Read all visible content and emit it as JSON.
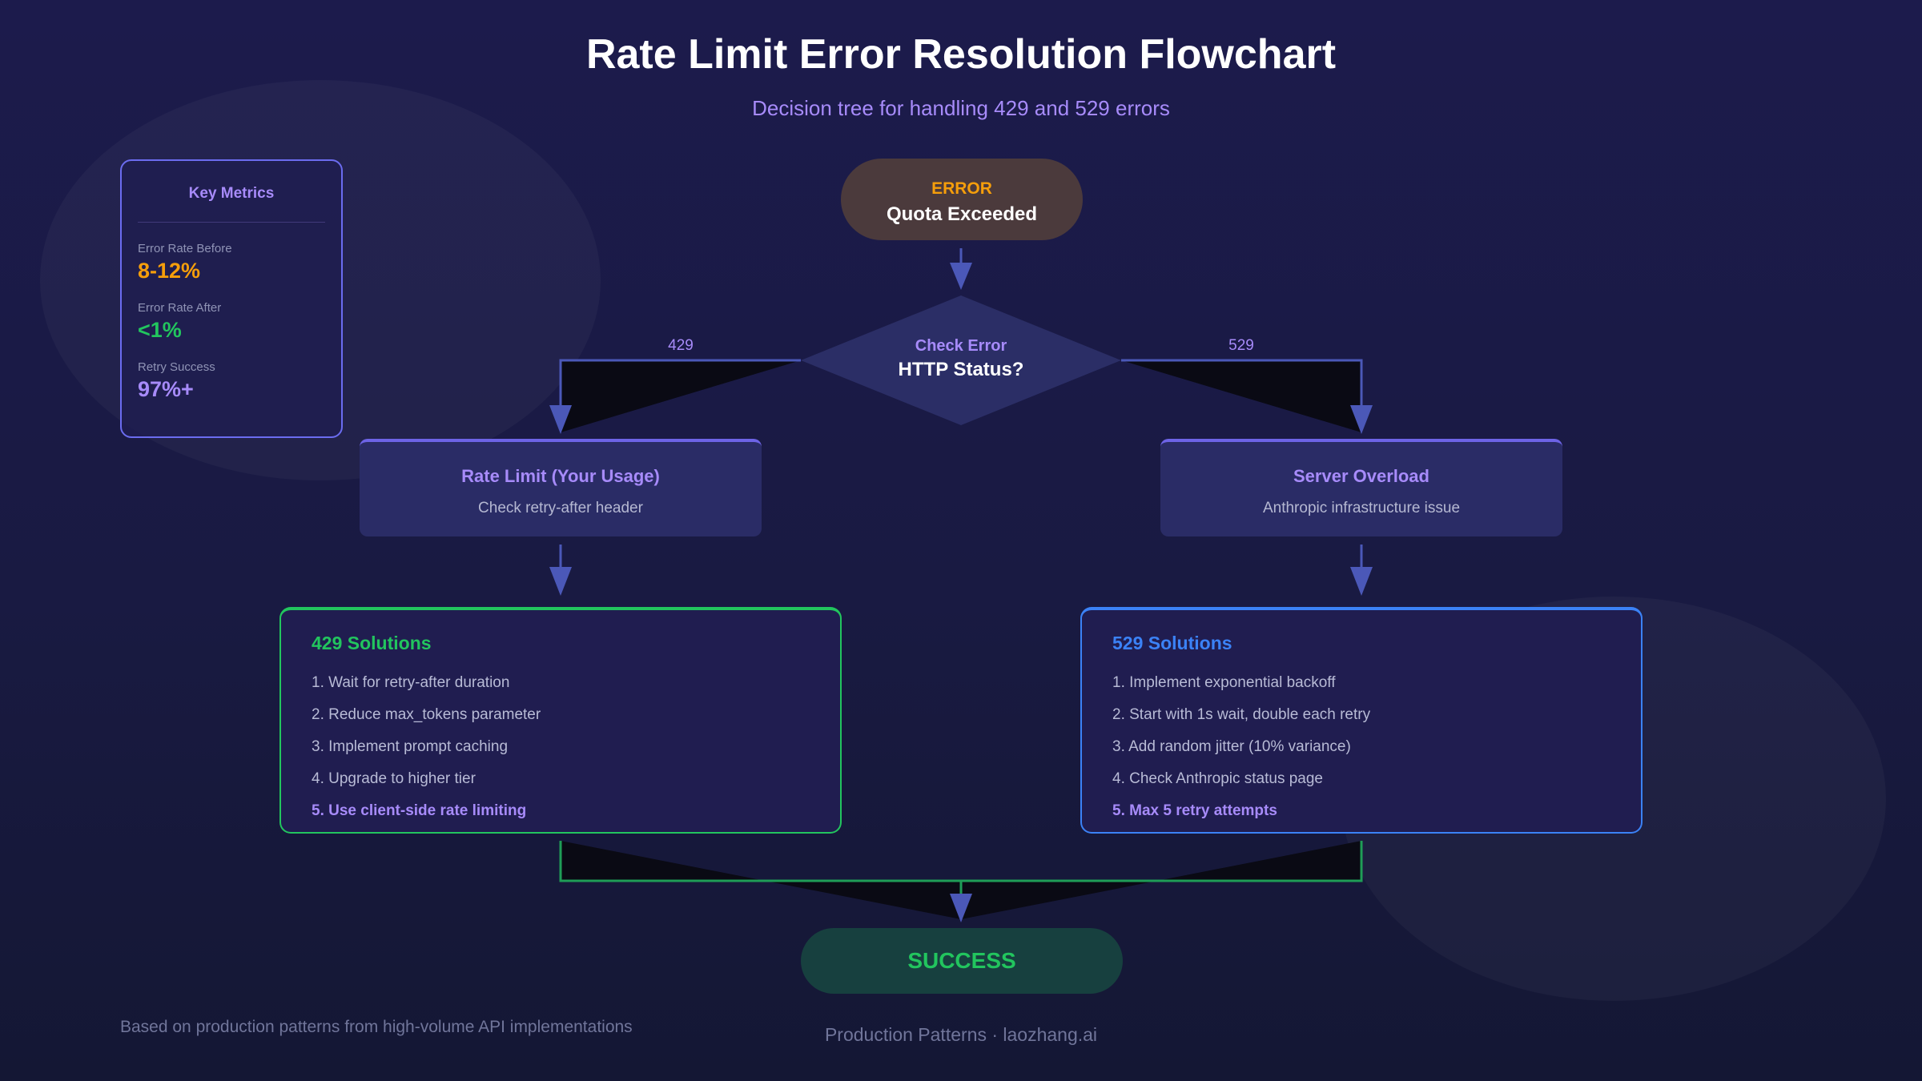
{
  "title": "Rate Limit Error Resolution Flowchart",
  "subtitle": "Decision tree for handling 429 and 529 errors",
  "metrics": {
    "title": "Key Metrics",
    "items": [
      {
        "label": "Error Rate Before",
        "value": "8-12%",
        "color": "#f59e0b"
      },
      {
        "label": "Error Rate After",
        "value": "<1%",
        "color": "#22c55e"
      },
      {
        "label": "Retry Success",
        "value": "97%+",
        "color": "#a78bfa"
      }
    ]
  },
  "start": {
    "tag": "ERROR",
    "title": "Quota Exceeded"
  },
  "decision": {
    "sub": "Check Error",
    "main": "HTTP Status?"
  },
  "branches": {
    "left": "429",
    "right": "529"
  },
  "categories": {
    "left": {
      "title": "Rate Limit (Your Usage)",
      "desc": "Check retry-after header"
    },
    "right": {
      "title": "Server Overload",
      "desc": "Anthropic infrastructure issue"
    }
  },
  "solutions": {
    "left": {
      "title": "429 Solutions",
      "color": "#22c55e",
      "items": [
        "1. Wait for retry-after duration",
        "2. Reduce max_tokens parameter",
        "3. Implement prompt caching",
        "4. Upgrade to higher tier",
        "5. Use client-side rate limiting"
      ]
    },
    "right": {
      "title": "529 Solutions",
      "color": "#3b82f6",
      "items": [
        "1. Implement exponential backoff",
        "2. Start with 1s wait, double each retry",
        "3. Add random jitter (10% variance)",
        "4. Check Anthropic status page",
        "5. Max 5 retry attempts"
      ]
    }
  },
  "success": "SUCCESS",
  "footnote": "Based on production patterns from high-volume API implementations",
  "footer": "Production Patterns · laozhang.ai"
}
